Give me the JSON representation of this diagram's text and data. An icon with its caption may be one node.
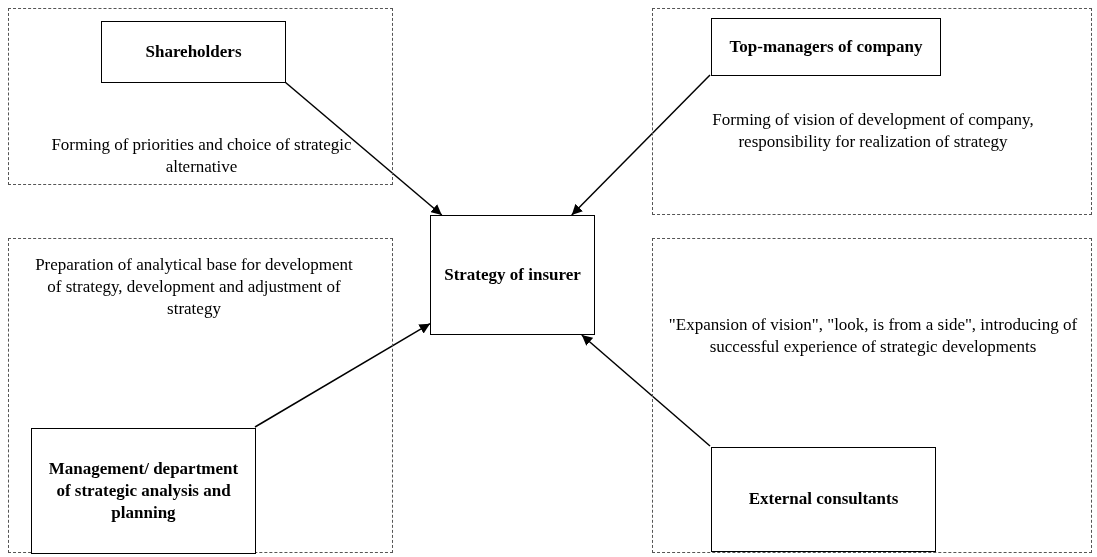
{
  "diagram": {
    "nodes": [
      {
        "text": [
          "Forming of priorities and choice of strategic alternative"
        ]
      },
      {
        "text": [
          "Shareholders"
        ],
        "in": 0
      },
      {
        "text": [
          "Forming of vision of development of company, responsibility for realization of strategy"
        ]
      },
      {
        "text": [
          "Top-managers of company"
        ],
        "in": 2
      },
      {
        "text": [
          "Strategy of insurer"
        ]
      },
      {
        "text": [
          "Preparation of analytical base for development of strategy, development and adjustment of strategy"
        ]
      },
      {
        "text": [
          "Management/ department of strategic analysis and planning"
        ],
        "in": 5
      },
      {
        "text": [
          "\"Expansion of vision\", \"look, is from a side\", introducing of successful experience of strategic developments"
        ]
      },
      {
        "text": [
          "External consultants"
        ],
        "in": 7
      }
    ],
    "edges": [
      {
        "from": 1,
        "to": 4,
        "arrow": "to"
      },
      {
        "from": 3,
        "to": 4,
        "arrow": "to"
      },
      {
        "from": 6,
        "to": 4,
        "arrow": "to"
      },
      {
        "from": 8,
        "to": 4,
        "arrow": "to"
      }
    ]
  }
}
